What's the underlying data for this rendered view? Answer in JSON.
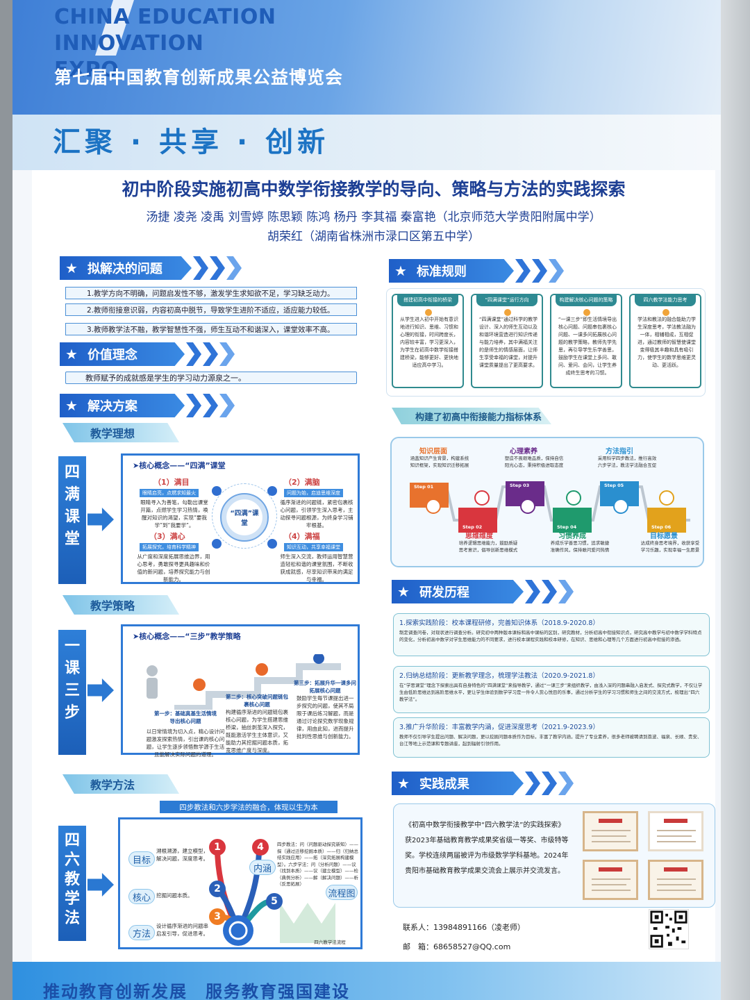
{
  "header": {
    "expo_en_line1": "CHINA EDUCATION INNOVATION",
    "expo_en_line2": "EXPO",
    "expo_cn": "第七届中国教育创新成果公益博览会",
    "slogan": "汇聚 · 共享 · 创新"
  },
  "poster": {
    "title": "初中阶段实施初高中数学衔接教学的导向、策略与方法的实践探索",
    "authors_line1": "汤捷 凌尧 凌禹 刘雪婷 陈思颖 陈鸿 杨丹 李其福 秦富艳（北京师范大学贵阳附属中学）",
    "authors_line2": "胡荣红（湖南省株洲市渌口区第五中学）"
  },
  "problems": {
    "heading": "拟解决的问题",
    "items": [
      "1.教学方向不明确，问题启发性不够，激发学生求知欲不足，学习缺乏动力。",
      "2.教师衔接意识弱，内容初高中脱节，导致学生进阶不适应，适应能力较低。",
      "3.教师教学法不融，教学智慧性不强，师生互动不和谐深入，课堂效率不高。"
    ]
  },
  "value": {
    "heading": "价值理念",
    "text": "教师赋予的成就感是学生的学习动力源泉之一。"
  },
  "solution": {
    "heading": "解决方案",
    "ideal": {
      "subheading": "教学理想",
      "label": "四满课堂",
      "core": "➤核心概念——“四满”课堂",
      "hub": "“四满”课堂",
      "items": [
        {
          "title": "（1）满目",
          "tag": "眼睛启亮，点燃求知最火",
          "text": "眼睛寻入为善笔，勾勒出课堂开篇，点燃学生学习热情，唤醒对知识的渴望，实现“要我学”到“我要学”。"
        },
        {
          "title": "（2）满脑",
          "tag": "问题为始，启迪思维深度",
          "text": "循序渐进的问题链，紧密包裹核心问题，引领学生深入思考，主动探寻问题根源，为终身学习铺牢根基。"
        },
        {
          "title": "（3）满心",
          "tag": "拓展探究，培育科学精神",
          "text": "从广度和深度拓展思维边界，用心思考，勇敢探寻更具趣味和价值的新问题，培养探究能力与创新能力。"
        },
        {
          "title": "（4）满福",
          "tag": "知识互动，共享幸福课堂",
          "text": "师生深入交流，教师运用智慧营造轻松和谐的课堂氛围，不断收获成就感，尽享知识带来的满足与幸福。"
        }
      ]
    },
    "strategy": {
      "subheading": "教学策略",
      "label": "一课三步",
      "core": "➤核心概念——“三步”教学策略",
      "steps": [
        {
          "title": "第一步：基础真基生活情境导出核心问题",
          "text": "以日常情境为切入点，精心设计问题激发探索热情，引出课的核心问题，让学生逐步领悟数学源于生活且能解决实际问题的道理。"
        },
        {
          "title": "第二步：核心突破问题链包裹核心问题",
          "text": "构建循序渐进的问题链包裹核心问题，为学生搭建思维桥梁，抽丝剥茧深入探究，既能激活学生主体意识，又能助力其挖掘问题本质，拓宽思维广度与深度。"
        },
        {
          "title": "第三步：拓展升华一课多问拓展核心问题",
          "text": "鼓励学生每节课提出进一步探究的问题，使其不局限于课后练习解题，而是通过讨论探究数学现象规律，用由此知，进而提升批判性思维与创新能力。"
        }
      ]
    },
    "method": {
      "subheading": "教学方法",
      "label": "四六教学法",
      "banner": "四步教法和六步学法的融合，体现以生为本",
      "pills": [
        "目标",
        "核心",
        "方法",
        "内涵",
        "流程图"
      ],
      "nums": [
        "1",
        "2",
        "3",
        "4",
        "5"
      ],
      "texts": [
        "溯根溯源，建立模型，解决问题，深度思考。",
        "挖掘问题本质。",
        "设计循序渐进的问题串启发引导，促进思考。",
        "四步教法：问（问题驱动探究新知）——探（通过迁移挖掘本质）——归（归纳总结实践应用）——拓（深究拓展构建模型）。六步学法：问（分析问题）——议（找到本质）——议（建立模型）——检（典例分析）——解（解决问题）——析（反思拓展）",
        "四六教学法流程"
      ]
    }
  },
  "rules": {
    "heading": "标准规则",
    "cards": [
      {
        "title": "搭建初高中衔接的桥梁",
        "text": "从学生进入初中开始有意识地进行知识、思维、习惯和心理的衔接，时间跨度长，内容较丰富，学习更深入，为学生在初高中数学衔接搭建桥梁，能够更好、更快地适应高中学习。"
      },
      {
        "title": "“四满课堂”运行方向",
        "text": "“四满课堂”通过科学的教学设计、深入的师生互动以及和谐环境营造进行知识传递与能力培养，其中满福关注的是师生的情感层面，让师生享受幸福的课堂，对提升课堂质量提出了更高要求。"
      },
      {
        "title": "构建解决核心问题的策略",
        "text": "“一课三步”即生活情境导出核心问题、问题串包裹核心问题、一课多问拓展核心问题的教学策略，教师先学先思，再引导学生乐学善思，鼓励学生在课堂上多问、敢问、爱问、会问，让学生养成终生思考的习惯。"
      },
      {
        "title": "四六教学法能力思考",
        "text": "学法和教法的融合能助力学生深度思考，学法教法融为一体，相辅相成，互相促进，通过教师的智慧使课堂变得极其丰趣和具有吸引力，使学生的数学思维更灵动、更活跃。"
      }
    ]
  },
  "index_system": {
    "heading": "构建了初高中衔接能力指标体系",
    "nodes": [
      {
        "title": "知识层面",
        "text": "涵盖知识产生背景，构建系统知识框架，实现知识迁移拓展",
        "step": "Step 01",
        "color": "#e8722d"
      },
      {
        "title": "思维维度",
        "text": "培养逻辑思维能力，鼓励质疑思考意识，倡导创新思维模式",
        "step": "Step 02",
        "color": "#d9363e"
      },
      {
        "title": "心理素养",
        "text": "塑造不畏艰难品质，保持自信阳光心态，秉持积极进取态度",
        "step": "Step 03",
        "color": "#6a2c8a"
      },
      {
        "title": "习惯养成",
        "text": "养成乐学善思习惯，追求敏捷准确作风，保持敢问爱问热情",
        "step": "Step 04",
        "color": "#1f9a6d"
      },
      {
        "title": "方法指引",
        "text": "采用科学四步教法，推行高效六步学法，教法学法融合互促",
        "step": "Step 05",
        "color": "#2a8fcf"
      },
      {
        "title": "目标愿景",
        "text": "达成终身思考境界，收获享受学习乐趣，实现幸福一生愿景",
        "step": "Step 06",
        "color": "#e2a21c"
      }
    ]
  },
  "history": {
    "heading": "研发历程",
    "phases": [
      {
        "title": "1.探索实践阶段：校本课程研修，完善知识体系（2018.9-2020.8）",
        "text": "制定调查问卷，对现状进行调查分析。研究初中两种版本课标和高中课标的区别，研究教材，分析初高中衔接知识点，研究高中教学与初中数学学科特点的变化，分析初高中数学对学生思维能力的不同要求，进行校本课程实践和校本研修，在知识、思维和心理等几个方面进行初高中衔接的渗透。"
      },
      {
        "title": "2.归纳总结阶段：更新教学理念，梳理学法教法（2020.9-2021.8）",
        "text": "在“学思课堂”理念下探索出具有自身特色的“四满课堂”来指导教学，通过“一课三步”来组织教学，由浅入深的问题串融入启发式、探究式教学，不仅让学生由低阶思维达到高阶思维水平，更让学生体验到数学学习是一件令人赏心悦目的乐事，通过分析学生的学习习惯和师生之间的交流方式，梳理出“四六教学法”。"
      },
      {
        "title": "3.推广升华阶段：丰富教学内涵，促进深度思考（2021.9-2023.9）",
        "text": "教师不仅引导学生提出问题、解决问题，更以挖掘问题本质作为目标，丰富了教学内涵，提升了专业素养，很多老师被聘请到荔波、福泉、长顺、贵安、台江等地上示范课和专题讲座，起到辐射引领作用。"
      }
    ]
  },
  "results": {
    "heading": "实践成果",
    "text": "《初高中数学衔接教学中“四六教学法”的实践探索》获2023年基础教育教学成果奖省级一等奖、市级特等奖。学校连续两届被评为市级数学学科基地。2024年贵阳市基础教育教学成果交流会上展示并交流发言。",
    "contact_phone": "联系人：13984891166（凌老师）",
    "contact_email": "邮　箱：68658527@QQ.com"
  },
  "footer": {
    "slogan": "推动教育创新发展　服务教育强国建设"
  },
  "colors": {
    "primary": "#1f5fc8",
    "title": "#1d3f94",
    "teal": "#2e8a92"
  }
}
